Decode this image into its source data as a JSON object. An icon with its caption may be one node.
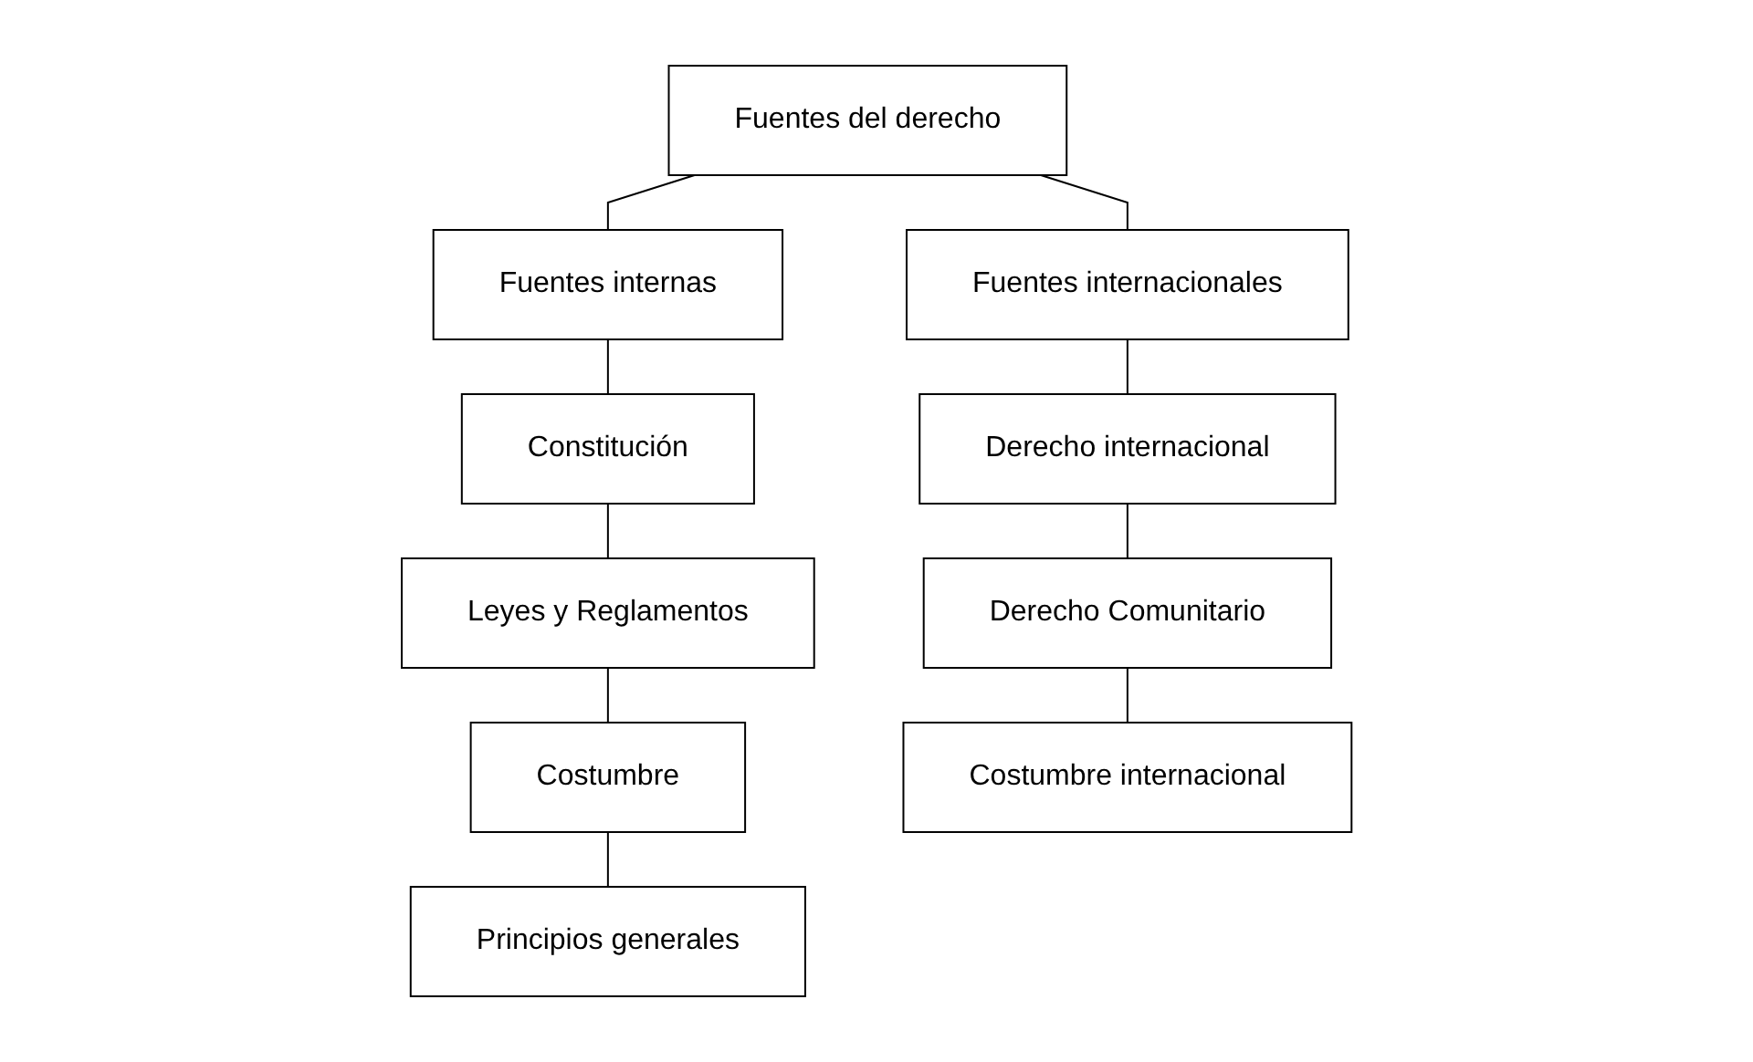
{
  "diagram": {
    "nodes": [
      {
        "text": [
          "Fuentes del derecho"
        ]
      },
      {
        "text": [
          "Fuentes internas"
        ]
      },
      {
        "text": [
          "Constitución"
        ]
      },
      {
        "text": [
          "Leyes y Reglamentos"
        ]
      },
      {
        "text": [
          "Costumbre"
        ]
      },
      {
        "text": [
          "Principios generales"
        ]
      },
      {
        "text": [
          "Fuentes internacionales"
        ]
      },
      {
        "text": [
          "Derecho internacional"
        ]
      },
      {
        "text": [
          "Derecho Comunitario"
        ]
      },
      {
        "text": [
          "Costumbre internacional"
        ]
      }
    ],
    "edges": [
      {
        "from": 0,
        "to": 1,
        "arrow": "none"
      },
      {
        "from": 1,
        "to": 2,
        "arrow": "none"
      },
      {
        "from": 2,
        "to": 3,
        "arrow": "none"
      },
      {
        "from": 3,
        "to": 4,
        "arrow": "none"
      },
      {
        "from": 4,
        "to": 5,
        "arrow": "none"
      },
      {
        "from": 0,
        "to": 6,
        "arrow": "none"
      },
      {
        "from": 6,
        "to": 7,
        "arrow": "none"
      },
      {
        "from": 7,
        "to": 8,
        "arrow": "none"
      },
      {
        "from": 8,
        "to": 9,
        "arrow": "none"
      }
    ]
  }
}
